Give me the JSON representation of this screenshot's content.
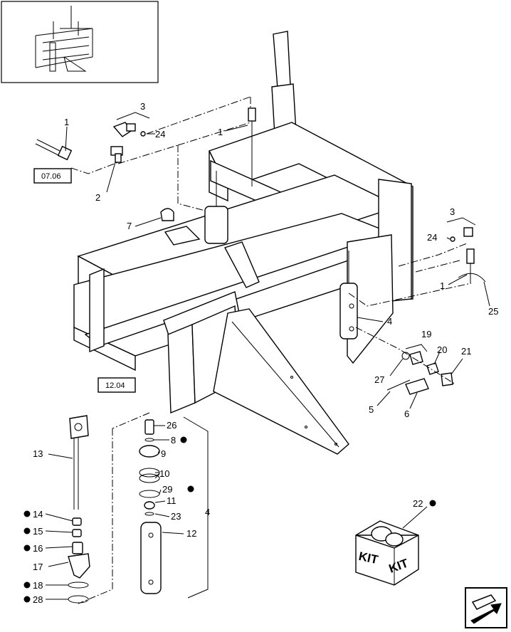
{
  "callouts": {
    "c1a": "1",
    "c1b": "1",
    "c1c": "1",
    "c2": "2",
    "c3a": "3",
    "c3b": "3",
    "c4a": "4",
    "c4b": "4",
    "c5": "5",
    "c6": "6",
    "c7": "7",
    "c8": "8",
    "c9": "9",
    "c10": "10",
    "c11": "11",
    "c12": "12",
    "c13": "13",
    "c14": "14",
    "c15": "15",
    "c16": "16",
    "c17": "17",
    "c18": "18",
    "c19": "19",
    "c20": "20",
    "c21": "21",
    "c22": "22",
    "c23": "23",
    "c24a": "24",
    "c24b": "24",
    "c25": "25",
    "c26": "26",
    "c27": "27",
    "c28": "28",
    "c29": "29"
  },
  "section_refs": {
    "ref_a": "07.06",
    "ref_b": "12.04"
  },
  "kit_labels": {
    "kit_left": "KIT",
    "kit_right": "KIT"
  },
  "icons": {
    "marker": "filled-dot",
    "nav": "next-page-arrow-icon",
    "inset": "overview-thumbnail"
  }
}
